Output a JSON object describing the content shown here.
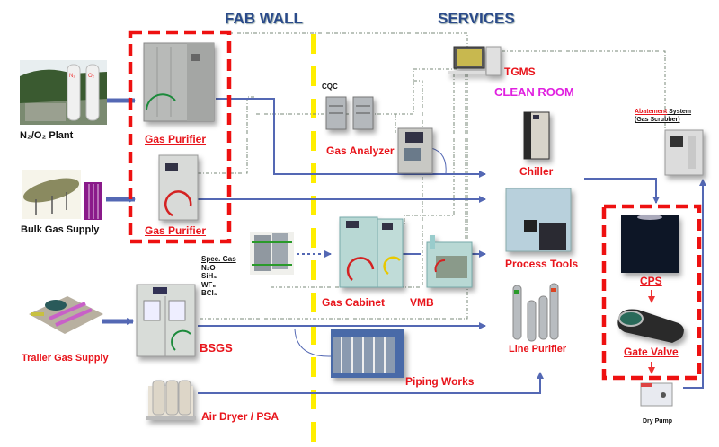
{
  "headers": {
    "fab_wall": "FAB WALL",
    "services": "SERVICES",
    "clean_room": "CLEAN ROOM"
  },
  "sources": {
    "n2o2_plant": "N₂/O₂ Plant",
    "bulk_gas_supply": "Bulk Gas Supply",
    "trailer_gas_supply": "Trailer Gas Supply",
    "air_dryer_psa": "Air Dryer / PSA"
  },
  "purification": {
    "gas_purifier_1": "Gas Purifier",
    "gas_purifier_2": "Gas Purifier",
    "bsgs": "BSGS"
  },
  "spec_gas": {
    "title": "Spec. Gas",
    "items": [
      "N₂O",
      "SiH₄",
      "WF₆",
      "BCl₃"
    ]
  },
  "monitoring": {
    "cqc": "CQC",
    "gas_analyzer": "Gas Analyzer",
    "tgms": "TGMS"
  },
  "distribution": {
    "gas_cabinet": "Gas Cabinet",
    "vmb": "VMB",
    "piping_works": "Piping Works"
  },
  "clean_room_equipment": {
    "chiller": "Chiller",
    "process_tools": "Process Tools",
    "line_purifier": "Line Purifier"
  },
  "exhaust": {
    "abatement_prefix": "Abatement",
    "abatement_suffix": " System",
    "gas_scrubber": "(Gas Scrubber)",
    "cps": "CPS",
    "gate_valve": "Gate Valve",
    "dry_pump": "Dry Pump"
  },
  "colors": {
    "flow_line": "#5468b4",
    "highlight_box": "#ee1111",
    "fab_wall": "#ffee00",
    "signal_line": "#7a8a7a",
    "label_red": "#e8141b",
    "label_magenta": "#e020e0",
    "header_blue": "#2a4a8a"
  }
}
